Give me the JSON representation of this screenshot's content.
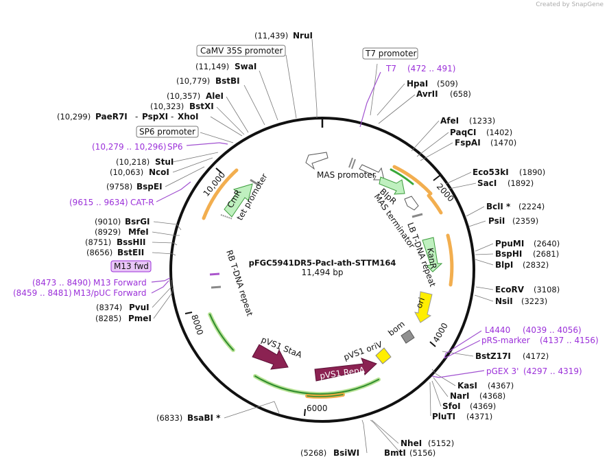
{
  "plasmid": {
    "name": "pFGC5941DR5-PacI-ath-STTM164",
    "length": "11,494 bp",
    "total_bp": 11494
  },
  "credit": "Created by SnapGene",
  "ticks": [
    "2000",
    "4000",
    "6000",
    "8000",
    "10,000"
  ],
  "boxed_labels": {
    "camv": "CaMV 35S promoter",
    "t7": "T7 promoter",
    "sp6": "SP6 promoter",
    "m13": "M13 fwd"
  },
  "primers": {
    "t7_name": "T7",
    "t7_pos": "(472 .. 491)",
    "sp6_pos": "(10,279 .. 10,296)",
    "sp6_name": "SP6",
    "cat_pos": "(9615 .. 9634)",
    "cat_name": "CAT-R",
    "m13f_pos": "(8473 .. 8490)",
    "m13f_name": "M13 Forward",
    "m13puc_pos": "(8459 .. 8481)",
    "m13puc_name": "M13/pUC Forward",
    "l4440_name": "L4440",
    "l4440_pos": "(4039 .. 4056)",
    "prs_name": "pRS-marker",
    "prs_pos": "(4137 .. 4156)",
    "pgex_name": "pGEX 3'",
    "pgex_pos": "(4297 .. 4319)"
  },
  "sites": {
    "nrui": {
      "pos": "(11,439)",
      "name": "NruI"
    },
    "swai": {
      "pos": "(11,149)",
      "name": "SwaI"
    },
    "bstbi": {
      "pos": "(10,779)",
      "name": "BstBI"
    },
    "alei": {
      "pos": "(10,357)",
      "name": "AleI"
    },
    "bstxi": {
      "pos": "(10,323)",
      "name": "BstXI"
    },
    "paer": {
      "pos": "(10,299)",
      "name": "PaeR7I",
      "name2": "PspXI",
      "name3": "XhoI",
      "sep": "-"
    },
    "stui": {
      "pos": "(10,218)",
      "name": "StuI"
    },
    "ncoi": {
      "pos": "(10,063)",
      "name": "NcoI"
    },
    "bspei": {
      "pos": "(9758)",
      "name": "BspEI"
    },
    "bsrgi": {
      "pos": "(9010)",
      "name": "BsrGI"
    },
    "mfei": {
      "pos": "(8929)",
      "name": "MfeI"
    },
    "bsshii": {
      "pos": "(8751)",
      "name": "BssHII"
    },
    "bsteii": {
      "pos": "(8656)",
      "name": "BstEII"
    },
    "pvui": {
      "pos": "(8374)",
      "name": "PvuI"
    },
    "pmei": {
      "pos": "(8285)",
      "name": "PmeI"
    },
    "bsabi": {
      "pos": "(6833)",
      "name": "BsaBI *"
    },
    "bsiwi": {
      "pos": "(5268)",
      "name": "BsiWI"
    },
    "bmti": {
      "pos": "(5156)",
      "name": "BmtI"
    },
    "nhei": {
      "pos": "(5152)",
      "name": "NheI"
    },
    "hpai": {
      "pos": "(509)",
      "name": "HpaI"
    },
    "avrii": {
      "pos": "(658)",
      "name": "AvrII"
    },
    "afei": {
      "pos": "(1233)",
      "name": "AfeI"
    },
    "paqci": {
      "pos": "(1402)",
      "name": "PaqCI"
    },
    "fspai": {
      "pos": "(1470)",
      "name": "FspAI"
    },
    "eco53ki": {
      "pos": "(1890)",
      "name": "Eco53kI"
    },
    "saci": {
      "pos": "(1892)",
      "name": "SacI"
    },
    "bcli": {
      "pos": "(2224)",
      "name": "BclI *"
    },
    "psii": {
      "pos": "(2359)",
      "name": "PsiI"
    },
    "ppumi": {
      "pos": "(2640)",
      "name": "PpuMI"
    },
    "bsphi": {
      "pos": "(2681)",
      "name": "BspHI"
    },
    "blpi": {
      "pos": "(2832)",
      "name": "BlpI"
    },
    "ecorv": {
      "pos": "(3108)",
      "name": "EcoRV"
    },
    "nsii": {
      "pos": "(3223)",
      "name": "NsiI"
    },
    "bstz17i": {
      "pos": "(4172)",
      "name": "BstZ17I"
    },
    "kasi": {
      "pos": "(4367)",
      "name": "KasI"
    },
    "nari": {
      "pos": "(4368)",
      "name": "NarI"
    },
    "sfoi": {
      "pos": "(4369)",
      "name": "SfoI"
    },
    "pluti": {
      "pos": "(4371)",
      "name": "PluTI"
    }
  },
  "features": {
    "mas_promoter": "MAS promoter",
    "blpr": "BlpR",
    "mas_terminator": "MAS terminator",
    "lb_repeat": "LB T-DNA repeat",
    "kanr": "KanR",
    "ori": "ori",
    "bom": "bom",
    "pvs1_oriv": "pVS1 oriV",
    "pvs1_repa": "pVS1 RepA",
    "pvs1_staa": "pVS1 StaA",
    "rb_repeat": "RB T-DNA repeat",
    "cmr": "CmR",
    "tet_promoter": "tet promoter"
  }
}
